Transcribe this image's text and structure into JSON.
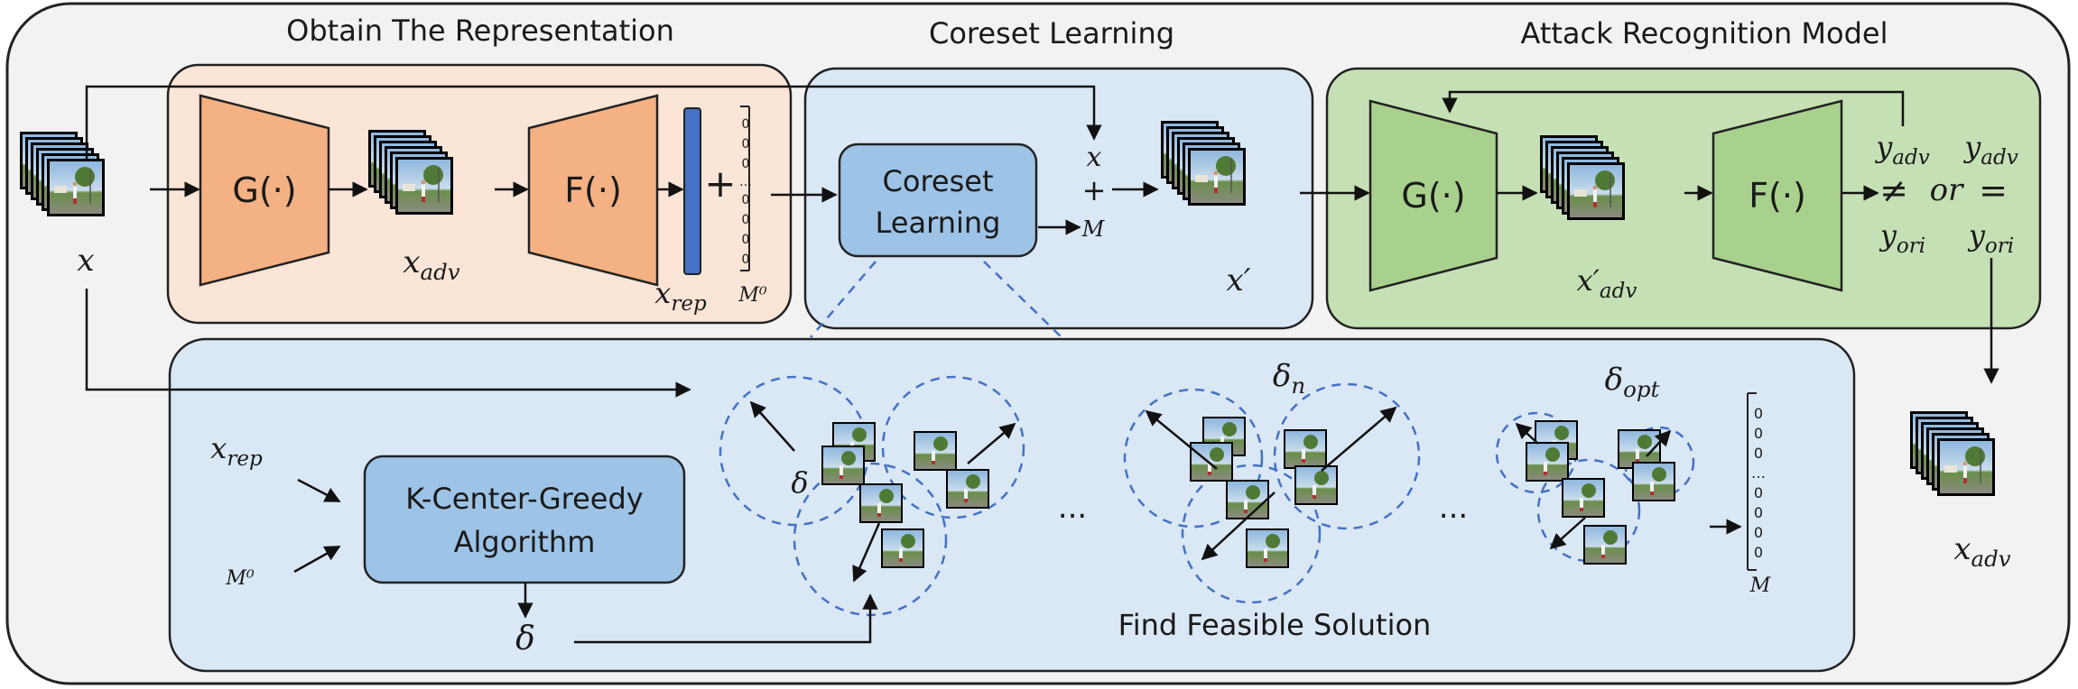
{
  "sections": {
    "representation_title": "Obtain The Representation",
    "coreset_title": "Coreset Learning",
    "attack_title": "Attack Recognition Model"
  },
  "representation": {
    "input_label": "x",
    "generator_label": "G(·)",
    "adv_label_base": "x",
    "adv_label_sub": "adv",
    "feature_label": "F(·)",
    "rep_label_base": "x",
    "rep_label_sub": "rep",
    "plus_sign": "+",
    "mask_entries": [
      "0",
      "0",
      "0",
      "…",
      "0",
      "0",
      "0",
      "0"
    ],
    "mask_label": "M⁰"
  },
  "coreset": {
    "box_line1": "Coreset",
    "box_line2": "Learning",
    "x_label": "x",
    "plus_sign": "+",
    "m_label": "M",
    "output_label": "x′"
  },
  "attack": {
    "generator_label": "G(·)",
    "adv_label_base": "x′",
    "adv_label_sub": "adv",
    "feature_label": "F(·)",
    "y_adv_base": "y",
    "y_adv_sub": "adv",
    "y_ori_base": "y",
    "y_ori_sub": "ori",
    "neq_sign": "≠",
    "or_word": "or",
    "eq_sign": "="
  },
  "final_output": {
    "base": "x",
    "sub": "adv"
  },
  "solution": {
    "input_rep_base": "x",
    "input_rep_sub": "rep",
    "input_mask": "M⁰",
    "kcenter_line1": "K-Center-Greedy",
    "kcenter_line2": "Algorithm",
    "delta_label": "δ",
    "cluster1_label": "δ",
    "cluster2_base": "δ",
    "cluster2_sub": "n",
    "cluster3_base": "δ",
    "cluster3_sub": "opt",
    "ellipsis1": "...",
    "ellipsis2": "...",
    "mask_entries": [
      "0",
      "0",
      "0",
      "…",
      "0",
      "0",
      "0",
      "0"
    ],
    "mask_label": "M",
    "caption": "Find Feasible Solution"
  },
  "colors": {
    "outer_bg": "#f2f2f2",
    "orange_panel": "#fbe5d6",
    "orange_block": "#f4b183",
    "blue_panel": "#dae7f5",
    "blue_block": "#9dc3e6",
    "green_panel": "#c5e0b4",
    "green_block": "#a9d18e",
    "vector_bar": "#4472c4",
    "dashed_circle": "#4472c4"
  }
}
